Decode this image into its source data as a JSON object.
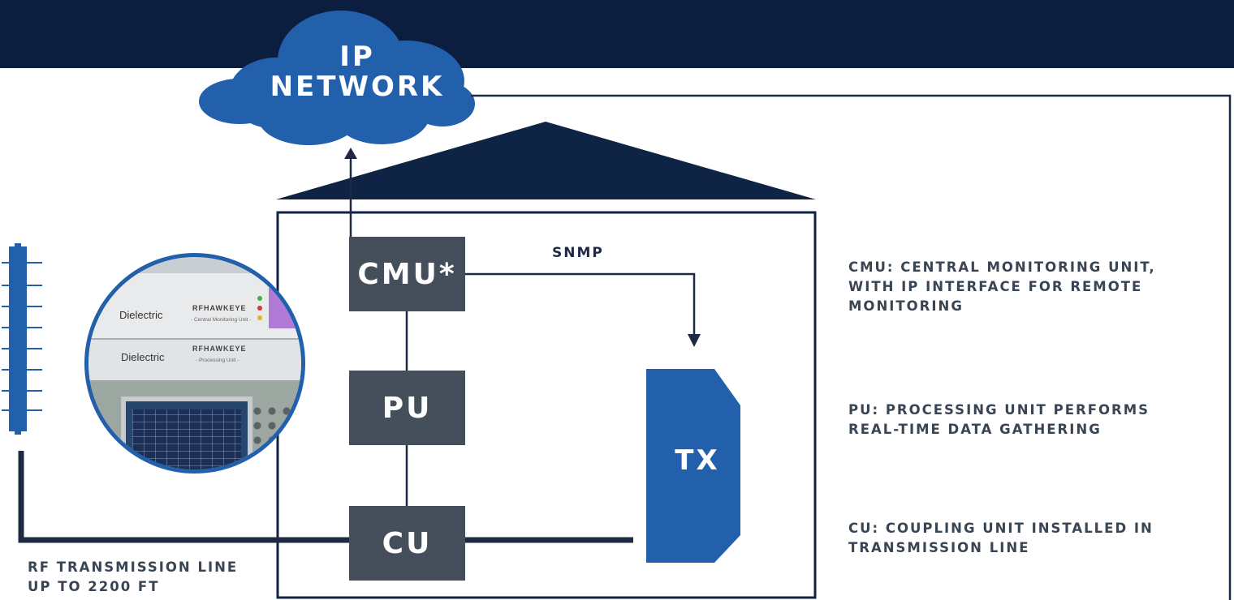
{
  "header": {
    "background": "#0c1e40"
  },
  "colors": {
    "accent": "#2360ab",
    "box": "#454f5b",
    "line": "#1e2a44",
    "text": "#3a4554"
  },
  "cloud": {
    "label_line1": "IP",
    "label_line2": "NETWORK"
  },
  "units": {
    "cmu": "CMU*",
    "pu": "PU",
    "cu": "CU",
    "tx": "TX"
  },
  "links": {
    "snmp": "SNMP"
  },
  "notes": {
    "cmu": "CMU: Central Monitoring Unit, with IP interface for remote monitoring",
    "pu": "PU: Processing Unit performs real-time data gathering",
    "cu": "CU: Coupling Unit installed in transmission line"
  },
  "rf_line": {
    "line1": "RF TRANSMISSION LINE",
    "line2": "UP TO 2200 FT"
  },
  "photo": {
    "brand1": "Dielectric",
    "product1": "RFHAWKEYE",
    "caption1": "- Central Monitoring Unit -",
    "brand2": "Dielectric",
    "product2": "RFHAWKEYE",
    "caption2": "- Processing Unit -"
  }
}
